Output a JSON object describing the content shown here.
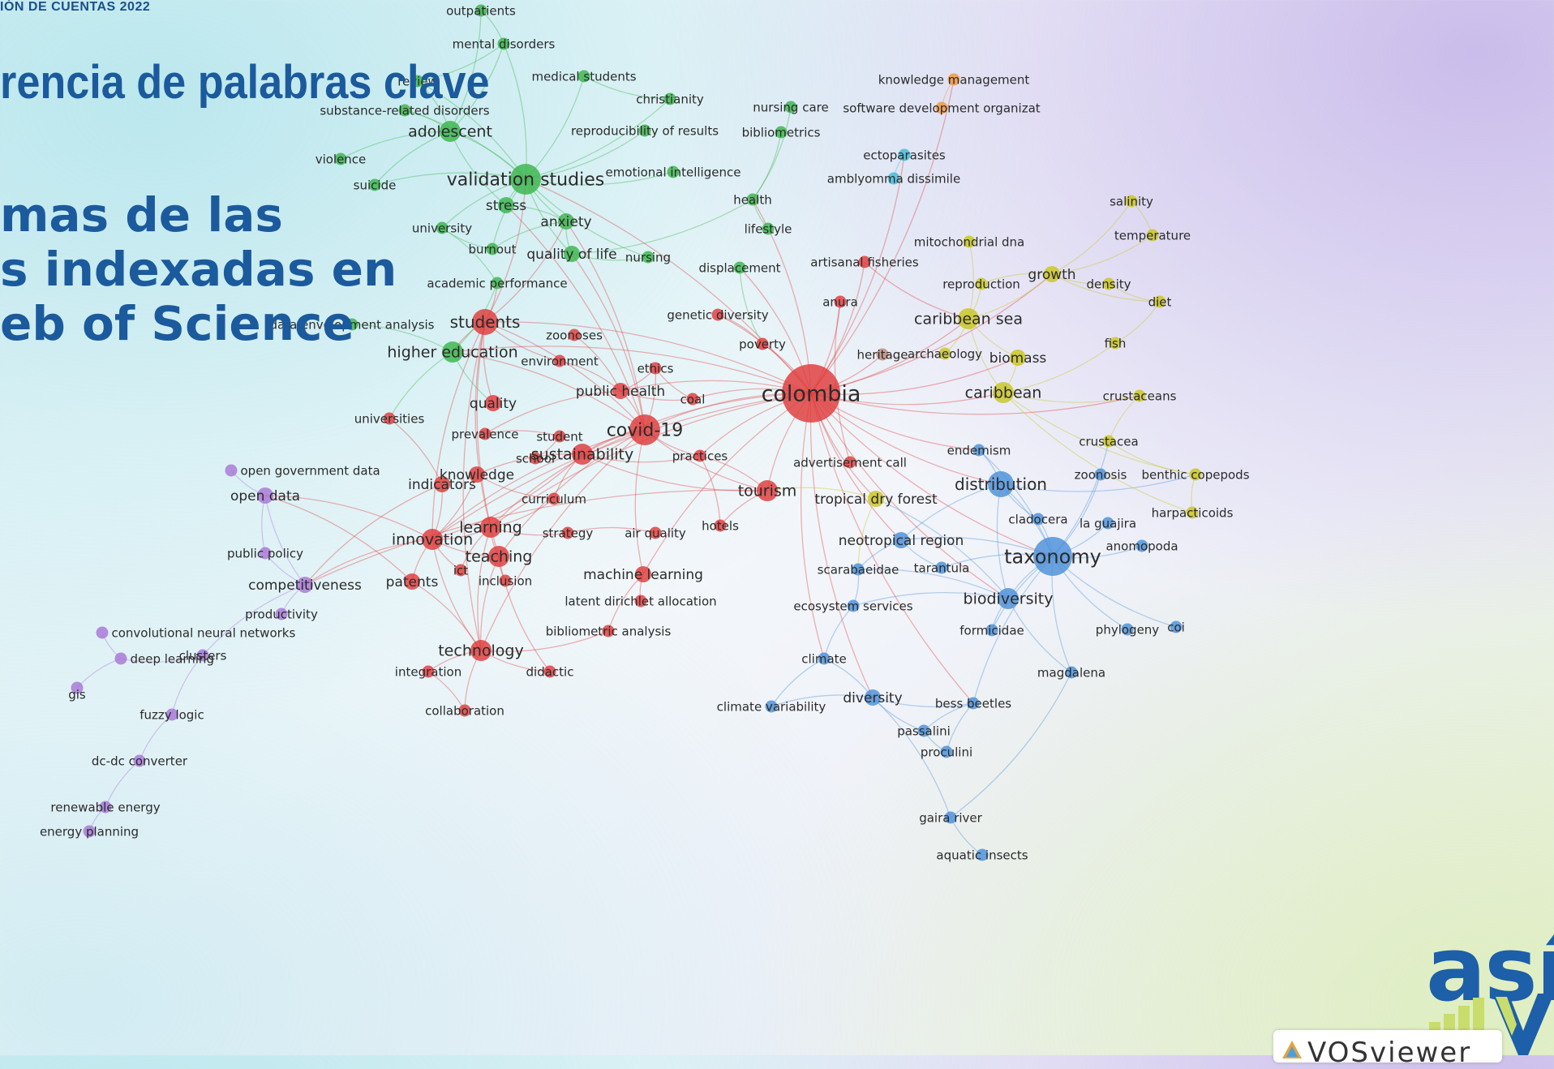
{
  "header": {
    "top_text": "IÓN DE CUENTAS 2022",
    "title": "rencia de palabras clave",
    "subtitle_lines": [
      "mas de las",
      "s indexadas en",
      "eb of Science"
    ]
  },
  "branding": {
    "logo_text": "así",
    "tool_name": "VOSviewer"
  },
  "colors": {
    "red": "#e03b3b",
    "green": "#3ab54a",
    "blue": "#4a90d9",
    "yellow": "#c9c620",
    "purple": "#a776d6",
    "orange": "#f0963a",
    "cyan": "#45b8d6",
    "brown": "#c08a7a"
  },
  "network": {
    "nodes": [
      {
        "label": "colombia",
        "cluster": "red",
        "weight": 10
      },
      {
        "label": "covid-19",
        "cluster": "red",
        "weight": 6
      },
      {
        "label": "students",
        "cluster": "red",
        "weight": 5
      },
      {
        "label": "innovation",
        "cluster": "red",
        "weight": 4
      },
      {
        "label": "learning",
        "cluster": "red",
        "weight": 4
      },
      {
        "label": "tourism",
        "cluster": "red",
        "weight": 4
      },
      {
        "label": "sustainability",
        "cluster": "red",
        "weight": 4
      },
      {
        "label": "teaching",
        "cluster": "red",
        "weight": 4
      },
      {
        "label": "technology",
        "cluster": "red",
        "weight": 4
      },
      {
        "label": "machine learning",
        "cluster": "red",
        "weight": 3
      },
      {
        "label": "public health",
        "cluster": "red",
        "weight": 3
      },
      {
        "label": "indicators",
        "cluster": "red",
        "weight": 3
      },
      {
        "label": "patents",
        "cluster": "red",
        "weight": 3
      },
      {
        "label": "quality",
        "cluster": "red",
        "weight": 3
      },
      {
        "label": "knowledge",
        "cluster": "red",
        "weight": 3
      },
      {
        "label": "ethics",
        "cluster": "red",
        "weight": 2
      },
      {
        "label": "environment",
        "cluster": "red",
        "weight": 2
      },
      {
        "label": "zoonoses",
        "cluster": "red",
        "weight": 2
      },
      {
        "label": "coal",
        "cluster": "red",
        "weight": 2
      },
      {
        "label": "prevalence",
        "cluster": "red",
        "weight": 2
      },
      {
        "label": "student",
        "cluster": "red",
        "weight": 2
      },
      {
        "label": "school",
        "cluster": "red",
        "weight": 2
      },
      {
        "label": "practices",
        "cluster": "red",
        "weight": 2
      },
      {
        "label": "curriculum",
        "cluster": "red",
        "weight": 2
      },
      {
        "label": "strategy",
        "cluster": "red",
        "weight": 2
      },
      {
        "label": "air quality",
        "cluster": "red",
        "weight": 2
      },
      {
        "label": "hotels",
        "cluster": "red",
        "weight": 2
      },
      {
        "label": "ict",
        "cluster": "red",
        "weight": 2
      },
      {
        "label": "inclusion",
        "cluster": "red",
        "weight": 2
      },
      {
        "label": "latent dirichlet allocation",
        "cluster": "red",
        "weight": 2
      },
      {
        "label": "bibliometric analysis",
        "cluster": "red",
        "weight": 2
      },
      {
        "label": "integration",
        "cluster": "red",
        "weight": 2
      },
      {
        "label": "didactic",
        "cluster": "red",
        "weight": 2
      },
      {
        "label": "collaboration",
        "cluster": "red",
        "weight": 2
      },
      {
        "label": "universities",
        "cluster": "red",
        "weight": 2
      },
      {
        "label": "poverty",
        "cluster": "red",
        "weight": 2
      },
      {
        "label": "genetic diversity",
        "cluster": "red",
        "weight": 2
      },
      {
        "label": "artisanal fisheries",
        "cluster": "red",
        "weight": 2
      },
      {
        "label": "anura",
        "cluster": "red",
        "weight": 2
      },
      {
        "label": "advertisement call",
        "cluster": "red",
        "weight": 2
      },
      {
        "label": "validation studies",
        "cluster": "green",
        "weight": 6
      },
      {
        "label": "higher education",
        "cluster": "green",
        "weight": 4
      },
      {
        "label": "adolescent",
        "cluster": "green",
        "weight": 4
      },
      {
        "label": "anxiety",
        "cluster": "green",
        "weight": 3
      },
      {
        "label": "quality of life",
        "cluster": "green",
        "weight": 3
      },
      {
        "label": "stress",
        "cluster": "green",
        "weight": 3
      },
      {
        "label": "review",
        "cluster": "green",
        "weight": 2
      },
      {
        "label": "outpatients",
        "cluster": "green",
        "weight": 2
      },
      {
        "label": "mental disorders",
        "cluster": "green",
        "weight": 2
      },
      {
        "label": "medical students",
        "cluster": "green",
        "weight": 2
      },
      {
        "label": "christianity",
        "cluster": "green",
        "weight": 2
      },
      {
        "label": "substance-related disorders",
        "cluster": "green",
        "weight": 2
      },
      {
        "label": "reproducibility of results",
        "cluster": "green",
        "weight": 2
      },
      {
        "label": "violence",
        "cluster": "green",
        "weight": 2
      },
      {
        "label": "suicide",
        "cluster": "green",
        "weight": 2
      },
      {
        "label": "emotional intelligence",
        "cluster": "green",
        "weight": 2
      },
      {
        "label": "university",
        "cluster": "green",
        "weight": 2
      },
      {
        "label": "burnout",
        "cluster": "green",
        "weight": 2
      },
      {
        "label": "nursing",
        "cluster": "green",
        "weight": 2
      },
      {
        "label": "academic performance",
        "cluster": "green",
        "weight": 2
      },
      {
        "label": "data envelopment analysis",
        "cluster": "green",
        "weight": 2
      },
      {
        "label": "nursing care",
        "cluster": "green",
        "weight": 2
      },
      {
        "label": "bibliometrics",
        "cluster": "green",
        "weight": 2
      },
      {
        "label": "health",
        "cluster": "green",
        "weight": 2
      },
      {
        "label": "lifestyle",
        "cluster": "green",
        "weight": 2
      },
      {
        "label": "displacement",
        "cluster": "green",
        "weight": 2
      },
      {
        "label": "taxonomy",
        "cluster": "blue",
        "weight": 7
      },
      {
        "label": "distribution",
        "cluster": "blue",
        "weight": 5
      },
      {
        "label": "biodiversity",
        "cluster": "blue",
        "weight": 4
      },
      {
        "label": "neotropical region",
        "cluster": "blue",
        "weight": 3
      },
      {
        "label": "diversity",
        "cluster": "blue",
        "weight": 3
      },
      {
        "label": "cladocera",
        "cluster": "blue",
        "weight": 2
      },
      {
        "label": "endemism",
        "cluster": "blue",
        "weight": 2
      },
      {
        "label": "la guajira",
        "cluster": "blue",
        "weight": 2
      },
      {
        "label": "anomopoda",
        "cluster": "blue",
        "weight": 2
      },
      {
        "label": "scarabaeidae",
        "cluster": "blue",
        "weight": 2
      },
      {
        "label": "tarantula",
        "cluster": "blue",
        "weight": 2
      },
      {
        "label": "ecosystem services",
        "cluster": "blue",
        "weight": 2
      },
      {
        "label": "formicidae",
        "cluster": "blue",
        "weight": 2
      },
      {
        "label": "phylogeny",
        "cluster": "blue",
        "weight": 2
      },
      {
        "label": "coi",
        "cluster": "blue",
        "weight": 2
      },
      {
        "label": "magdalena",
        "cluster": "blue",
        "weight": 2
      },
      {
        "label": "climate",
        "cluster": "blue",
        "weight": 2
      },
      {
        "label": "climate variability",
        "cluster": "blue",
        "weight": 2
      },
      {
        "label": "bess beetles",
        "cluster": "blue",
        "weight": 2
      },
      {
        "label": "passalini",
        "cluster": "blue",
        "weight": 2
      },
      {
        "label": "proculini",
        "cluster": "blue",
        "weight": 2
      },
      {
        "label": "gaira river",
        "cluster": "blue",
        "weight": 2
      },
      {
        "label": "aquatic insects",
        "cluster": "blue",
        "weight": 2
      },
      {
        "label": "zoonosis",
        "cluster": "blue",
        "weight": 2
      },
      {
        "label": "caribbean sea",
        "cluster": "yellow",
        "weight": 4
      },
      {
        "label": "caribbean",
        "cluster": "yellow",
        "weight": 4
      },
      {
        "label": "biomass",
        "cluster": "yellow",
        "weight": 3
      },
      {
        "label": "growth",
        "cluster": "yellow",
        "weight": 3
      },
      {
        "label": "temperature",
        "cluster": "yellow",
        "weight": 2
      },
      {
        "label": "salinity",
        "cluster": "yellow",
        "weight": 2
      },
      {
        "label": "density",
        "cluster": "yellow",
        "weight": 2
      },
      {
        "label": "diet",
        "cluster": "yellow",
        "weight": 2
      },
      {
        "label": "fish",
        "cluster": "yellow",
        "weight": 2
      },
      {
        "label": "crustaceans",
        "cluster": "yellow",
        "weight": 2
      },
      {
        "label": "crustacea",
        "cluster": "yellow",
        "weight": 2
      },
      {
        "label": "benthic copepods",
        "cluster": "yellow",
        "weight": 2
      },
      {
        "label": "harpacticoids",
        "cluster": "yellow",
        "weight": 2
      },
      {
        "label": "reproduction",
        "cluster": "yellow",
        "weight": 2
      },
      {
        "label": "mitochondrial dna",
        "cluster": "yellow",
        "weight": 2
      },
      {
        "label": "archaeology",
        "cluster": "yellow",
        "weight": 2
      },
      {
        "label": "tropical dry forest",
        "cluster": "yellow",
        "weight": 3
      },
      {
        "label": "heritage",
        "cluster": "brown",
        "weight": 2
      },
      {
        "label": "open government data",
        "cluster": "purple",
        "weight": 2
      },
      {
        "label": "open data",
        "cluster": "purple",
        "weight": 3
      },
      {
        "label": "public policy",
        "cluster": "purple",
        "weight": 2
      },
      {
        "label": "competitiveness",
        "cluster": "purple",
        "weight": 3
      },
      {
        "label": "productivity",
        "cluster": "purple",
        "weight": 2
      },
      {
        "label": "convolutional neural networks",
        "cluster": "purple",
        "weight": 2
      },
      {
        "label": "deep learning",
        "cluster": "purple",
        "weight": 2
      },
      {
        "label": "clusters",
        "cluster": "purple",
        "weight": 2
      },
      {
        "label": "gis",
        "cluster": "purple",
        "weight": 2
      },
      {
        "label": "fuzzy logic",
        "cluster": "purple",
        "weight": 2
      },
      {
        "label": "dc-dc converter",
        "cluster": "purple",
        "weight": 2
      },
      {
        "label": "renewable energy",
        "cluster": "purple",
        "weight": 2
      },
      {
        "label": "energy planning",
        "cluster": "purple",
        "weight": 2
      },
      {
        "label": "knowledge management",
        "cluster": "orange",
        "weight": 2
      },
      {
        "label": "software development organizat",
        "cluster": "orange",
        "weight": 2
      },
      {
        "label": "ectoparasites",
        "cluster": "cyan",
        "weight": 2
      },
      {
        "label": "amblyomma dissimile",
        "cluster": "cyan",
        "weight": 2
      }
    ]
  }
}
